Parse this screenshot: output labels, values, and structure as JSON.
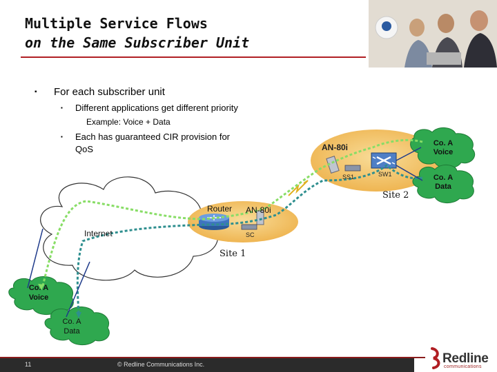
{
  "title": {
    "line1": "Multiple Service Flows",
    "line2": "on the Same Subscriber Unit"
  },
  "bullets": {
    "main": "For each subscriber unit",
    "sub1": "Different applications get different priority",
    "sub1_example": "Example:  Voice + Data",
    "sub2_line1": "Each has guaranteed CIR provision for",
    "sub2_line2": "QoS"
  },
  "diagram": {
    "site2": {
      "an_label": "AN-80i",
      "ss_label": "SS1",
      "sw_label": "SW1",
      "site_label": "Site 2"
    },
    "site1": {
      "router_label": "Router",
      "an_label": "AN-80i",
      "sc_label": "SC",
      "site_label": "Site 1"
    },
    "internet_label": "Internet",
    "clouds": {
      "right_voice": {
        "line1": "Co. A",
        "line2": "Voice"
      },
      "right_data": {
        "line1": "Co. A",
        "line2": "Data"
      },
      "left_voice": {
        "line1": "Co. A",
        "line2": "Voice"
      },
      "left_data": {
        "line1": "Co. A",
        "line2": "Data"
      }
    },
    "colors": {
      "voice_flow": "#88dd66",
      "data_flow": "#2f8f8f",
      "site_ellipse": "#f3c66b",
      "green_cloud": "#2fa84f"
    }
  },
  "footer": {
    "page_number": "11",
    "copyright": "© Redline Communications Inc."
  },
  "logo": {
    "name": "Redline",
    "tagline": "communications"
  }
}
